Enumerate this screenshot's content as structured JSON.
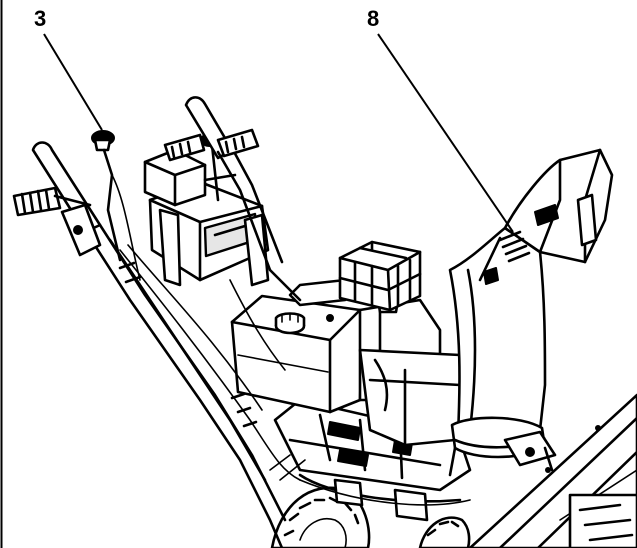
{
  "figure": {
    "callouts": [
      {
        "id": "3",
        "label": "3",
        "points_to": "choke-knob"
      },
      {
        "id": "8",
        "label": "8",
        "points_to": "discharge-chute-deflector"
      }
    ],
    "colors": {
      "ink": "#000000",
      "paper": "#ffffff"
    }
  }
}
